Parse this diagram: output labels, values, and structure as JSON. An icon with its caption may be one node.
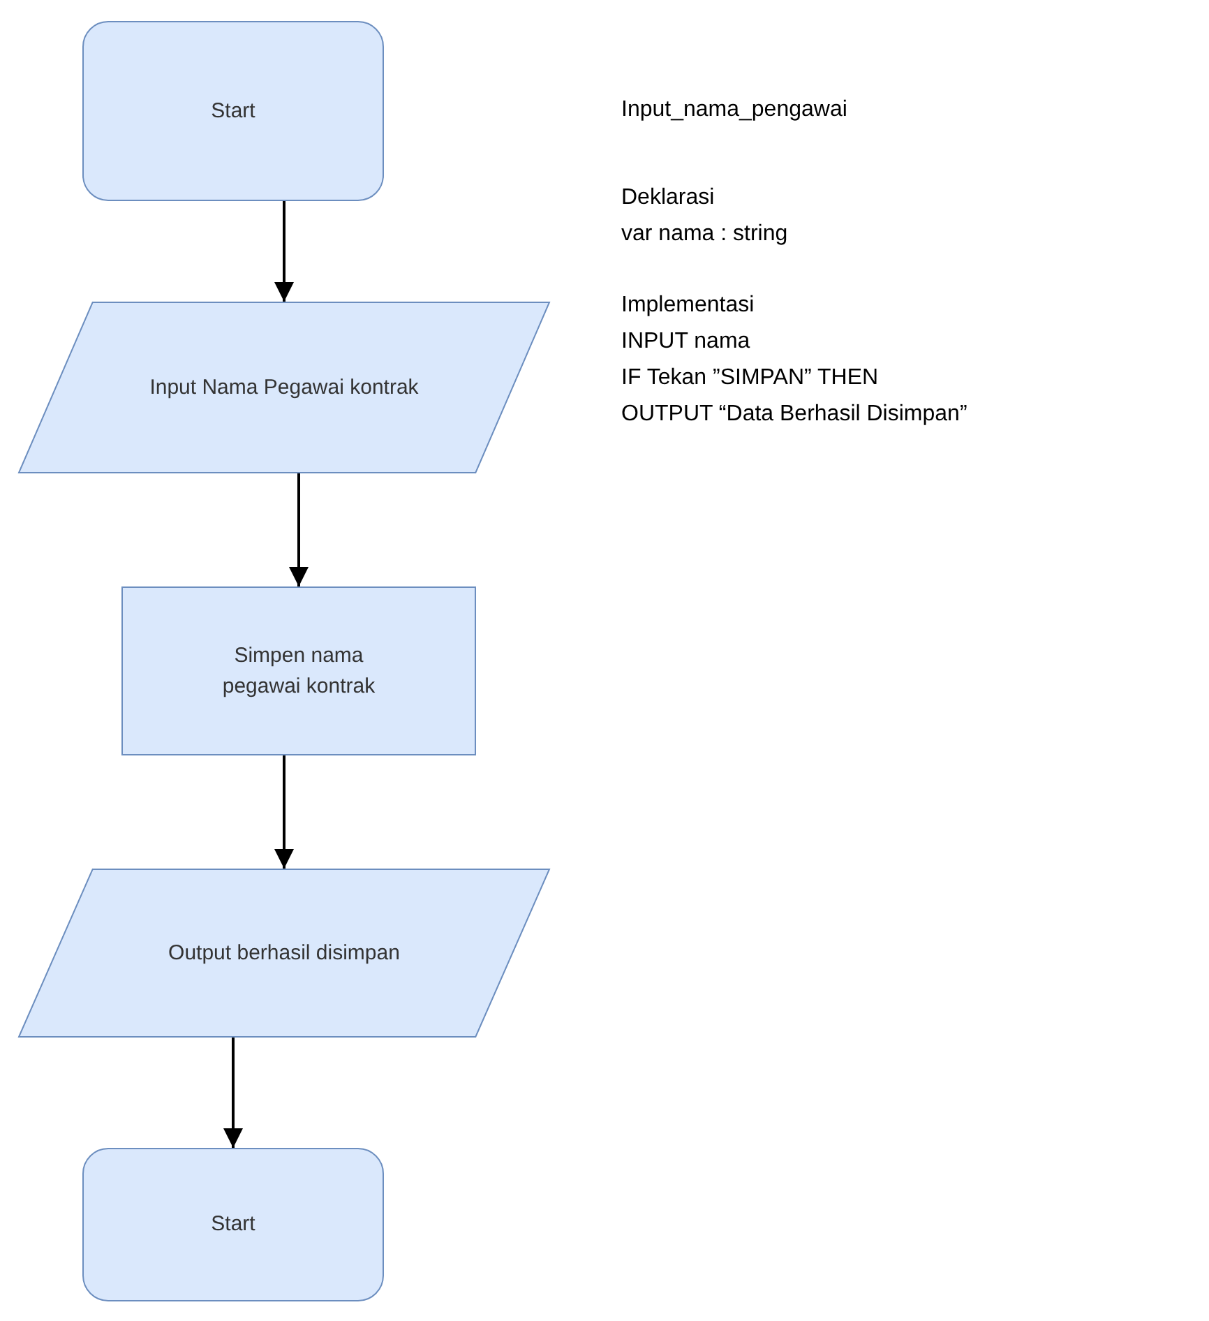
{
  "diagram": {
    "nodes": [
      {
        "text": [
          "Start"
        ]
      },
      {
        "text": [
          "Input Nama Pegawai kontrak"
        ]
      },
      {
        "text": [
          "Simpen nama pegawai kontrak"
        ]
      },
      {
        "text": [
          "Output berhasil disimpan"
        ]
      },
      {
        "text": [
          "Start"
        ]
      }
    ],
    "edges": [
      {
        "from": 0,
        "to": 1,
        "arrow": "to"
      },
      {
        "from": 1,
        "to": 2,
        "arrow": "to"
      },
      {
        "from": 2,
        "to": 3,
        "arrow": "to"
      },
      {
        "from": 3,
        "to": 4,
        "arrow": "to"
      }
    ],
    "labels": [
      "Input_nama_pengawai",
      "Deklarasi",
      "var nama : string",
      "Implementasi",
      "INPUT nama",
      "IF Tekan ”SIMPAN” THEN",
      "OUTPUT “Data Berhasil Disimpan”"
    ]
  }
}
